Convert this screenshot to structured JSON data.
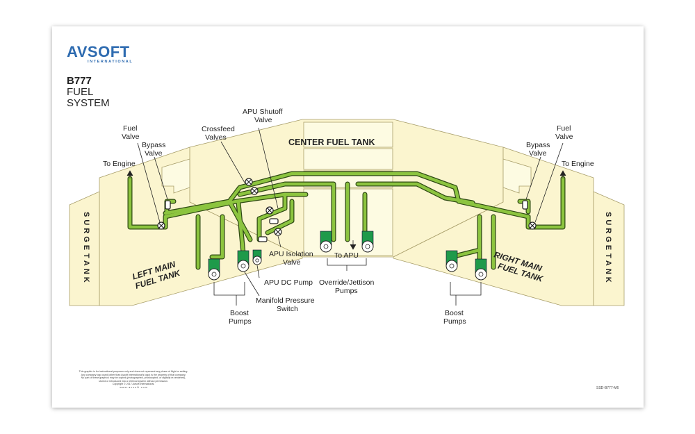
{
  "logo": {
    "main": "AVSOFT",
    "sub": "INTERNATIONAL"
  },
  "title": {
    "line1": "B777",
    "line2": "FUEL",
    "line3": "SYSTEM"
  },
  "tanks": {
    "center": "CENTER FUEL TANK",
    "left_main": [
      "LEFT MAIN",
      "FUEL TANK"
    ],
    "right_main": [
      "RIGHT MAIN",
      "FUEL TANK"
    ],
    "left_surge": [
      "SURGE",
      "TANK"
    ],
    "right_surge": [
      "SURGE",
      "TANK"
    ]
  },
  "labels": {
    "left_fuel_valve": [
      "Fuel",
      "Valve"
    ],
    "left_bypass_valve": [
      "Bypass",
      "Valve"
    ],
    "left_to_engine": "To Engine",
    "crossfeed_valves": [
      "Crossfeed",
      "Valves"
    ],
    "apu_shutoff_valve": [
      "APU Shutoff",
      "Valve"
    ],
    "right_bypass_valve": [
      "Bypass",
      "Valve"
    ],
    "right_fuel_valve": [
      "Fuel",
      "Valve"
    ],
    "right_to_engine": "To Engine",
    "apu_isolation_valve": [
      "APU Isolation",
      "Valve"
    ],
    "to_apu": "To APU",
    "apu_dc_pump": "APU DC Pump",
    "manifold_pressure_switch": [
      "Manifold Pressure",
      "Switch"
    ],
    "override_jettison_pumps": [
      "Override/Jettison",
      "Pumps"
    ],
    "left_boost_pumps": [
      "Boost",
      "Pumps"
    ],
    "right_boost_pumps": [
      "Boost",
      "Pumps"
    ]
  },
  "disclaimer": [
    "This graphic is for instructional purposes only and does not represent any phase of flight or setting.",
    "Any company logo used (other than Avsoft International's logo) is the property of that company.",
    "No part of these graphics may be copied (photographed, photocopied, or digitally re-rendered),",
    "stored or introduced into a retrieval system without permission.",
    "Copyright © 2017 Avsoft International.",
    "w w w . a v s o f t . c o m"
  ],
  "doc_id": "SSD-B777-M6",
  "colors": {
    "tank_fill": "#fbf5cf",
    "tank_light": "#fdfbe2",
    "tank_stroke": "#a89e6a",
    "pipe": "#8cc43f",
    "pipe_outline": "#2f4a14",
    "pump_green": "#1e9a4a",
    "logo_blue": "#2e6bb0"
  }
}
